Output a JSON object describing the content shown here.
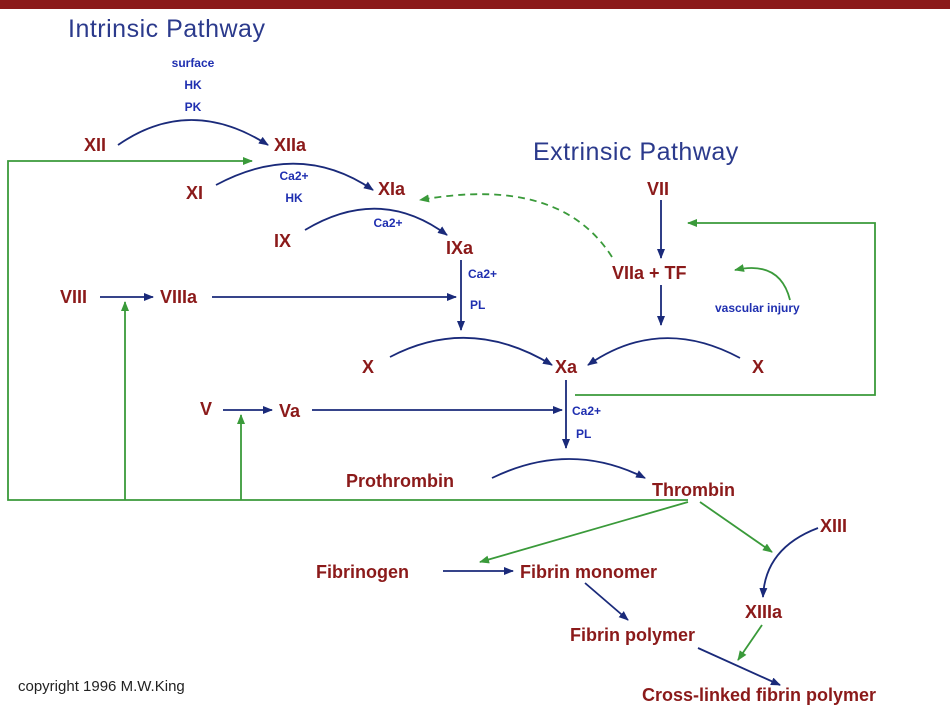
{
  "titles": {
    "intrinsic": "Intrinsic Pathway",
    "extrinsic": "Extrinsic Pathway"
  },
  "factors": {
    "xii": "XII",
    "xiia": "XIIa",
    "xi": "XI",
    "xia": "XIa",
    "ix": "IX",
    "ixa": "IXa",
    "vii": "VII",
    "viia_tf": "VIIa + TF",
    "viii": "VIII",
    "viiia": "VIIIa",
    "x_left": "X",
    "xa": "Xa",
    "x_right": "X",
    "v": "V",
    "va": "Va",
    "prothrombin": "Prothrombin",
    "thrombin": "Thrombin",
    "xiii": "XIII",
    "xiiia": "XIIIa",
    "fibrinogen": "Fibrinogen",
    "fibrin_monomer": "Fibrin monomer",
    "fibrin_polymer": "Fibrin polymer",
    "crosslinked": "Cross-linked fibrin polymer"
  },
  "cofactors": {
    "surface": "surface",
    "hk1": "HK",
    "pk": "PK",
    "ca_xi": "Ca2+",
    "hk2": "HK",
    "ca_ix": "Ca2+",
    "ca_ixa": "Ca2+",
    "pl_ixa": "PL",
    "vascular_injury": "vascular injury",
    "ca_xa": "Ca2+",
    "pl_xa": "PL"
  },
  "copyright": "copyright 1996 M.W.King",
  "colors": {
    "factor": "#8b1a1a",
    "cofactor": "#1f2fb0",
    "title": "#2b3a8c",
    "arrow_blue": "#1a2a7a",
    "feedback_green": "#3a9a3a",
    "top_bar": "#8b1a1a"
  }
}
